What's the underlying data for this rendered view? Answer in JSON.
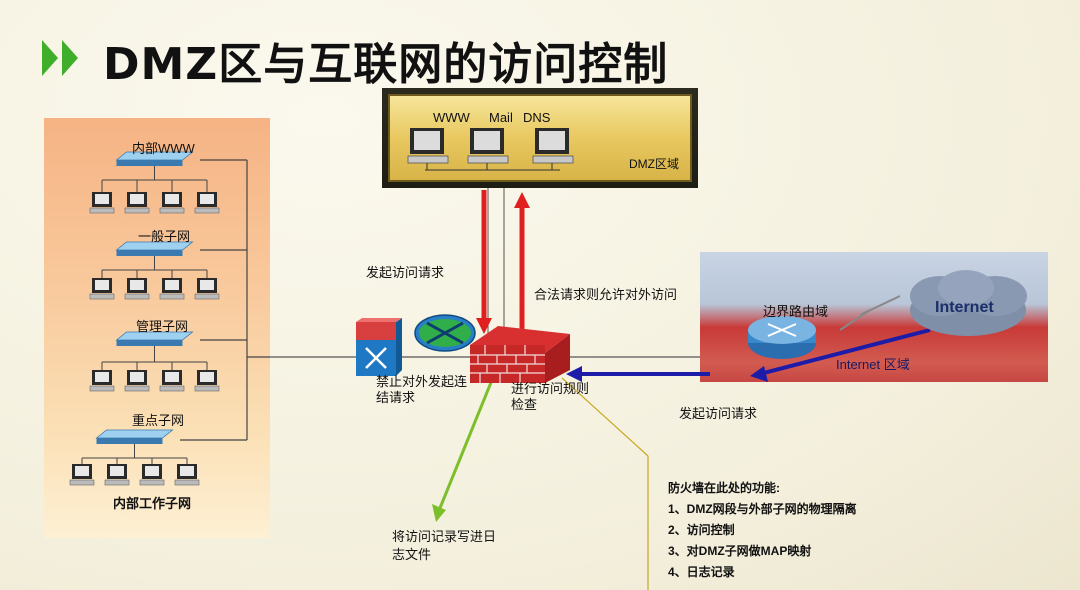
{
  "title": "DMZ区与互联网的访问控制",
  "dmz": {
    "servers": [
      "WWW",
      "Mail",
      "DNS"
    ],
    "zone_label": "DMZ区域"
  },
  "internal": {
    "subnets": [
      "内部WWW",
      "一般子网",
      "管理子网",
      "重点子网"
    ],
    "footer": "内部工作子网"
  },
  "internet": {
    "border_router": "边界路由域",
    "cloud": "Internet",
    "zone_label": "Internet 区域"
  },
  "labels": {
    "initiate_request_left": "发起访问请求",
    "allow_legal": "合法请求则允许对外访问",
    "forbid_outbound": "禁止对外发起连结请求",
    "rule_check": "进行访问规则检查",
    "initiate_request_right": "发起访问请求",
    "log_write": "将访问记录写进日志文件"
  },
  "firewall_functions": {
    "heading": "防火墙在此处的功能:",
    "items": [
      "1、DMZ网段与外部子网的物理隔离",
      "2、访问控制",
      "3、对DMZ子网做MAP映射",
      "4、日志记录"
    ]
  },
  "colors": {
    "accent_green": "#3fae2a",
    "request_red": "#e02020",
    "inbound_blue": "#1c1ca8",
    "log_green": "#7cbf2a"
  }
}
